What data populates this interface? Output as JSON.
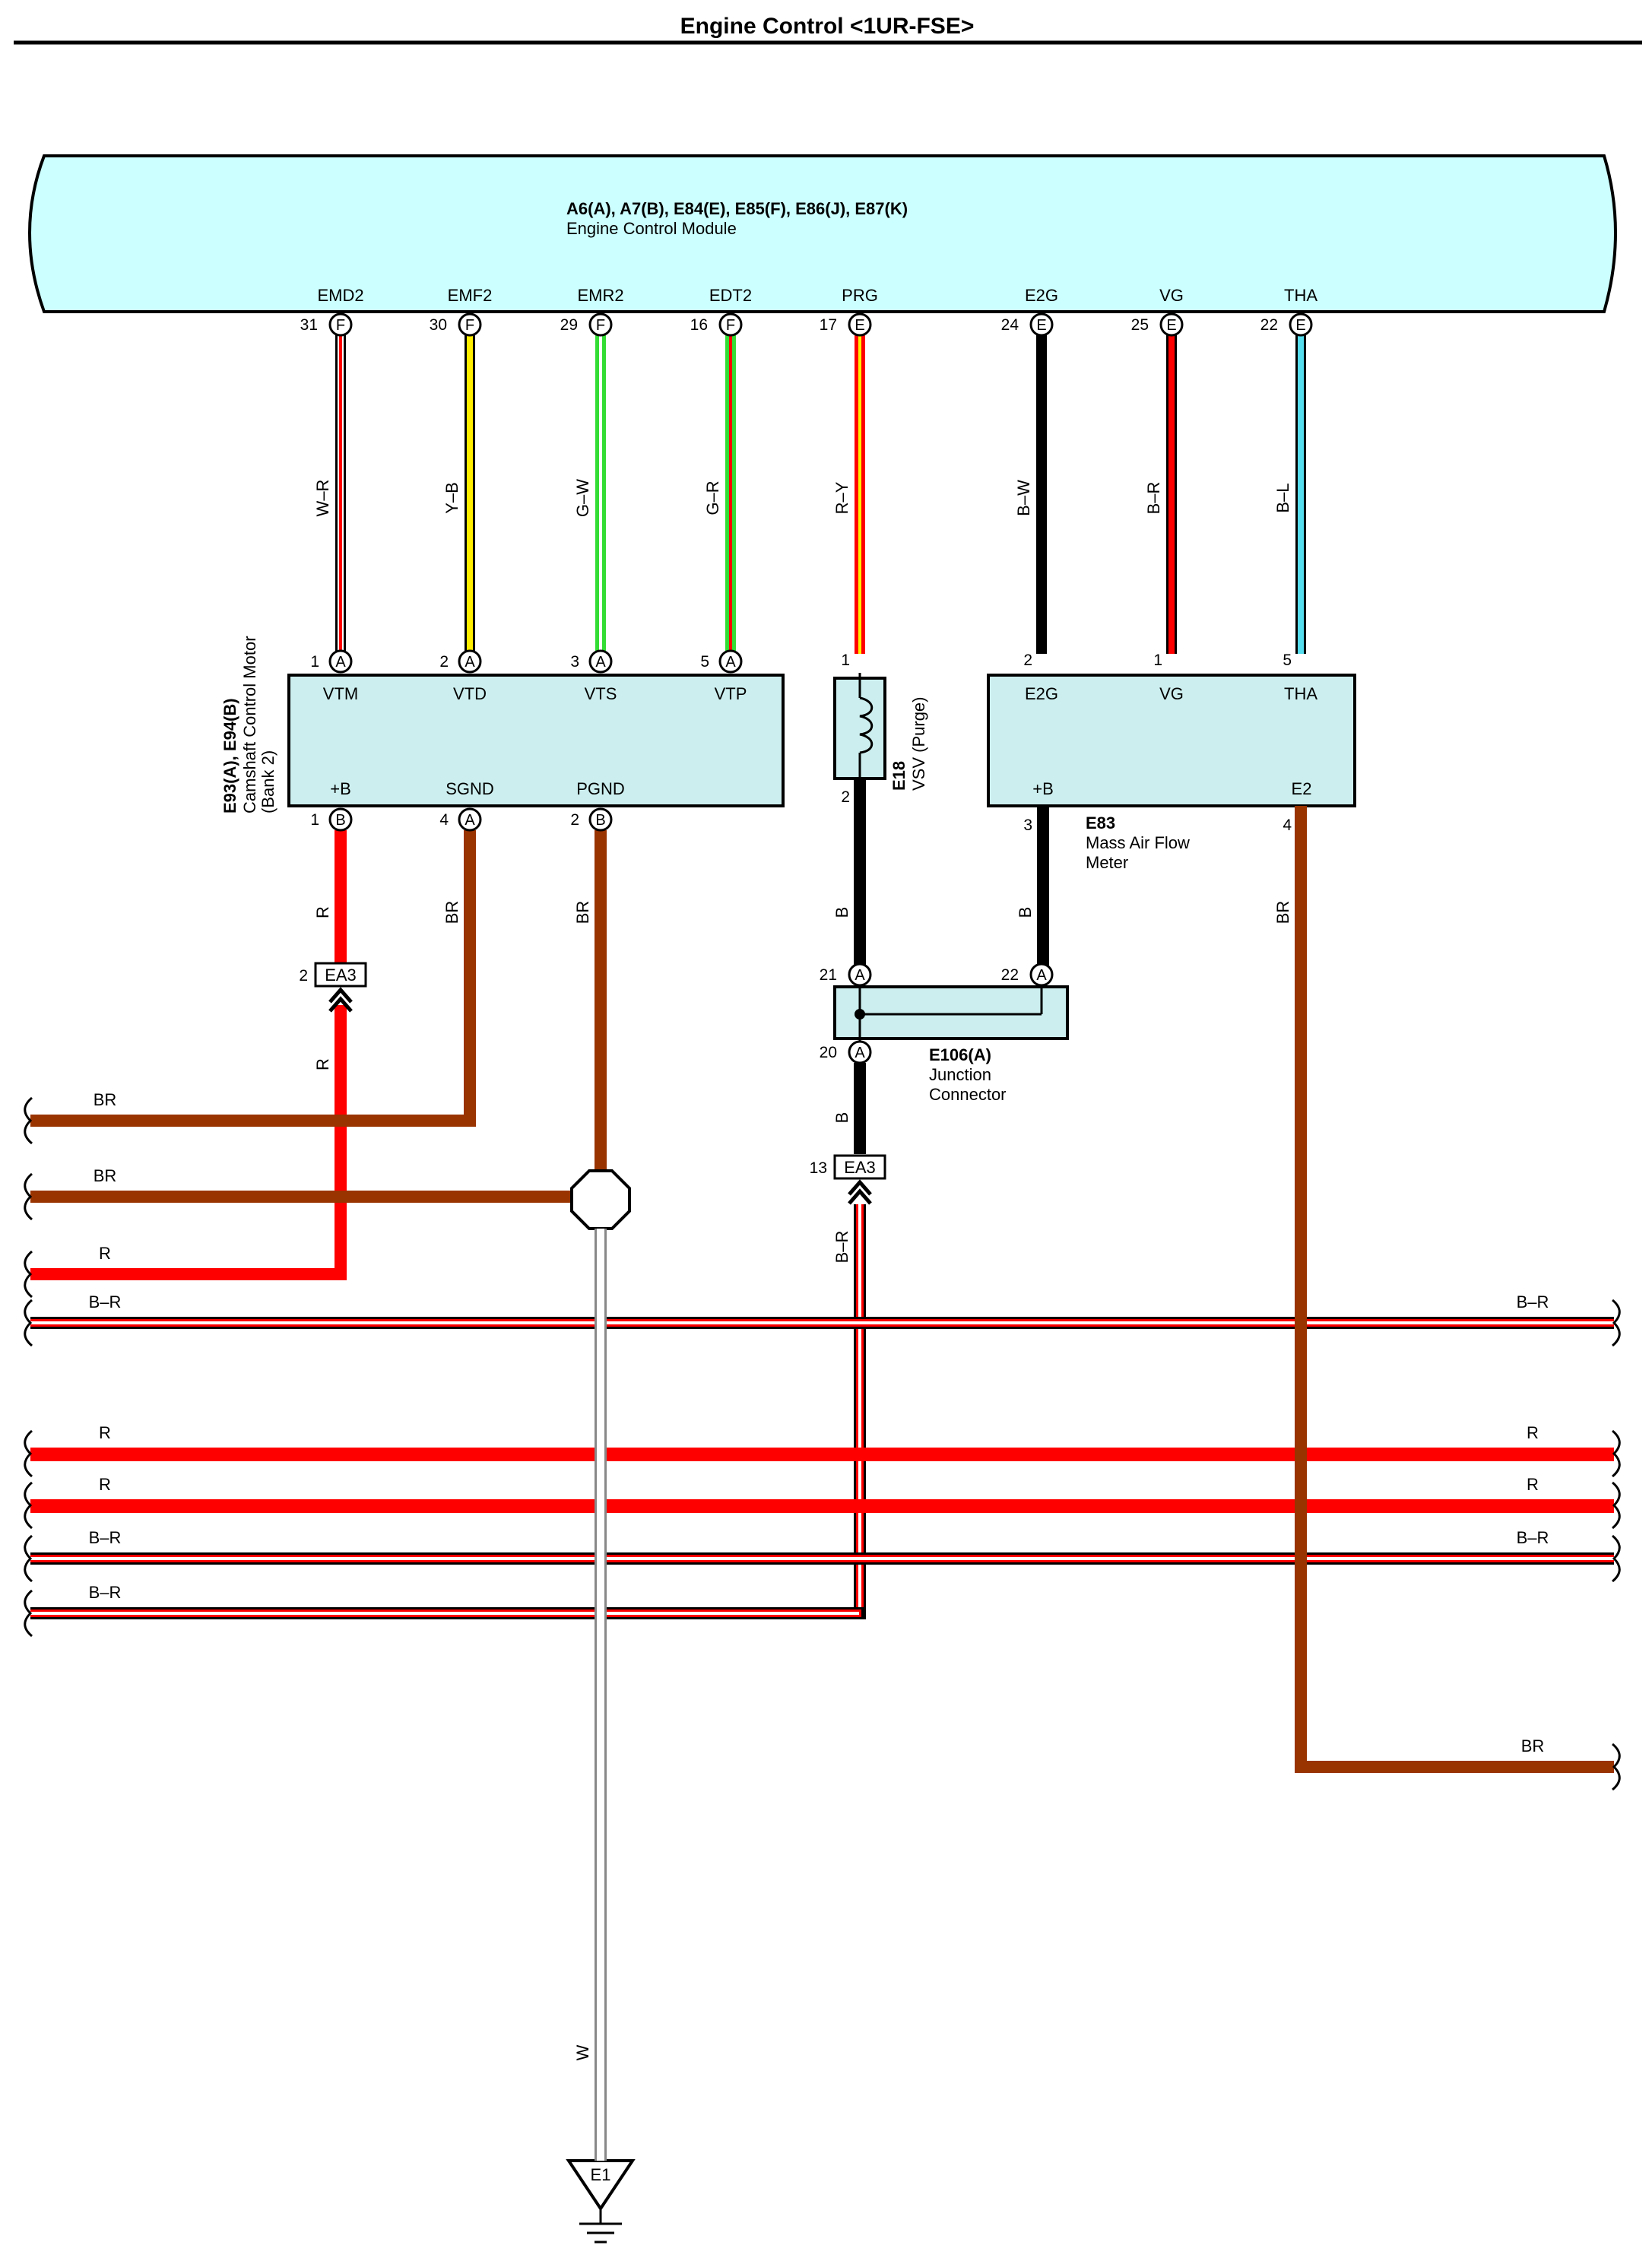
{
  "title": "Engine Control <1UR-FSE>",
  "colors": {
    "ecm_fill": "#ccffff",
    "component_fill": "#cceeee",
    "red": "#ff0000",
    "brown": "#993300",
    "yellow": "#ffee00",
    "green": "#33dd33",
    "black": "#000000",
    "cyan": "#55ddee",
    "white": "#ffffff",
    "gray": "#888888"
  },
  "ecm": {
    "id_line": "A6(A), A7(B), E84(E), E85(F), E86(J), E87(K)",
    "name": "Engine Control Module",
    "terminals": [
      {
        "name": "EMD2",
        "pin": "31",
        "conn": "F",
        "wire": "W–R"
      },
      {
        "name": "EMF2",
        "pin": "30",
        "conn": "F",
        "wire": "Y–B"
      },
      {
        "name": "EMR2",
        "pin": "29",
        "conn": "F",
        "wire": "G–W"
      },
      {
        "name": "EDT2",
        "pin": "16",
        "conn": "F",
        "wire": "G–R"
      },
      {
        "name": "PRG",
        "pin": "17",
        "conn": "E",
        "wire": "R–Y"
      },
      {
        "name": "E2G",
        "pin": "24",
        "conn": "E",
        "wire": "B–W"
      },
      {
        "name": "VG",
        "pin": "25",
        "conn": "E",
        "wire": "B–R"
      },
      {
        "name": "THA",
        "pin": "22",
        "conn": "E",
        "wire": "B–L"
      }
    ]
  },
  "camshaft_motor": {
    "id_line": "E93(A), E94(B)",
    "name_line1": "Camshaft Control Motor",
    "name_line2": "(Bank 2)",
    "top_terminals": [
      {
        "name": "VTM",
        "pin": "1",
        "conn": "A"
      },
      {
        "name": "VTD",
        "pin": "2",
        "conn": "A"
      },
      {
        "name": "VTS",
        "pin": "3",
        "conn": "A"
      },
      {
        "name": "VTP",
        "pin": "5",
        "conn": "A"
      }
    ],
    "bottom_terminals": [
      {
        "name": "+B",
        "pin": "1",
        "conn": "B",
        "wire": "R"
      },
      {
        "name": "SGND",
        "pin": "4",
        "conn": "A",
        "wire": "BR"
      },
      {
        "name": "PGND",
        "pin": "2",
        "conn": "B",
        "wire": "BR"
      }
    ]
  },
  "vsv": {
    "id": "E18",
    "name": "VSV (Purge)",
    "pin_top": "1",
    "pin_bottom": "2",
    "wire_bottom": "B"
  },
  "maf": {
    "id": "E83",
    "name_line1": "Mass Air Flow",
    "name_line2": "Meter",
    "top_terminals": [
      {
        "name": "E2G",
        "pin": "2"
      },
      {
        "name": "VG",
        "pin": "1"
      },
      {
        "name": "THA",
        "pin": "5"
      }
    ],
    "bottom_terminals": [
      {
        "name": "+B",
        "pin": "3",
        "wire": "B"
      },
      {
        "name": "E2",
        "pin": "4",
        "wire": "BR"
      }
    ]
  },
  "junction": {
    "id": "E106(A)",
    "name_line1": "Junction",
    "name_line2": "Connector",
    "pins": [
      {
        "pin": "21",
        "conn": "A"
      },
      {
        "pin": "22",
        "conn": "A"
      },
      {
        "pin": "20",
        "conn": "A"
      }
    ],
    "wire_below": "B"
  },
  "ea3_left": {
    "label": "EA3",
    "pin": "2",
    "wire_below": "R"
  },
  "ea3_right": {
    "label": "EA3",
    "pin": "13",
    "wire_below": "B–R"
  },
  "ground": {
    "label": "E1",
    "wire": "W"
  },
  "side_wires": [
    {
      "left": "BR",
      "right": ""
    },
    {
      "left": "BR",
      "right": ""
    },
    {
      "left": "R",
      "right": ""
    },
    {
      "left": "B–R",
      "right": "B–R"
    },
    {
      "left": "R",
      "right": "R"
    },
    {
      "left": "R",
      "right": "R"
    },
    {
      "left": "B–R",
      "right": "B–R"
    },
    {
      "left": "B–R",
      "right": ""
    },
    {
      "left": "",
      "right": "BR"
    }
  ]
}
